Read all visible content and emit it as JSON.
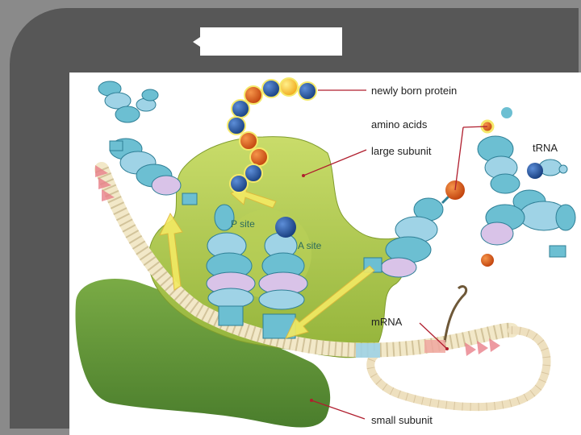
{
  "slide": {
    "title": ""
  },
  "labels": {
    "newly_born_protein": "newly born protein",
    "amino_acids": "amino acids",
    "large_subunit": "large subunit",
    "trna": "tRNA",
    "p_site": "P site",
    "a_site": "A site",
    "mrna": "mRNA",
    "small_subunit": "small subunit"
  },
  "colors": {
    "panel": "#575757",
    "background": "#8a8a8a",
    "large_subunit": "#a8c545",
    "small_subunit": "#5c8f35",
    "trna": "#5fb3c7",
    "amino_blue": "#1f4f9c",
    "amino_orange": "#e0601a",
    "leader_line": "#b01e2e",
    "arrow": "#f3ea63"
  }
}
